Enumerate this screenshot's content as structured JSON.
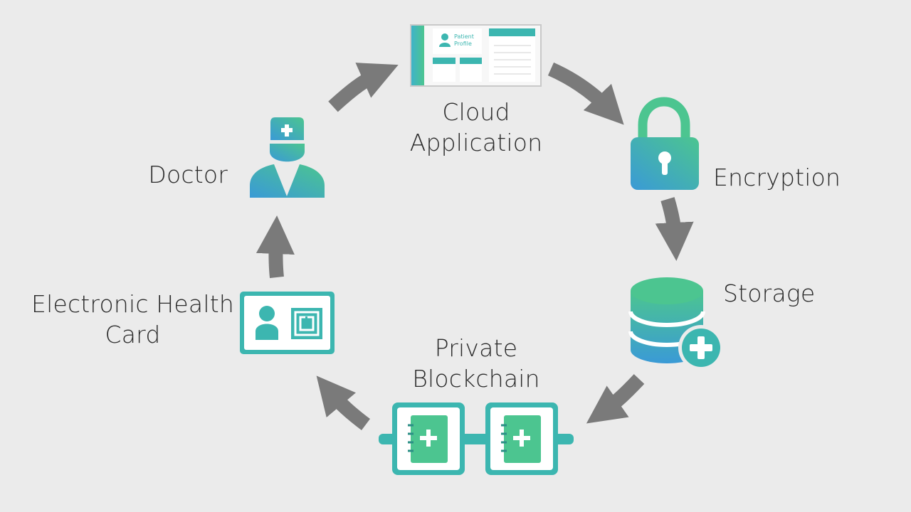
{
  "nodes": {
    "cloud_app": {
      "line1": "Cloud",
      "line2": "Application",
      "mini_title_1": "Patient",
      "mini_title_2": "Profile"
    },
    "encryption": {
      "label": "Encryption"
    },
    "storage": {
      "label": "Storage"
    },
    "blockchain": {
      "line1": "Private",
      "line2": "Blockchain"
    },
    "health_card": {
      "line1": "Electronic Health",
      "line2": "Card"
    },
    "doctor": {
      "label": "Doctor"
    }
  },
  "colors": {
    "background": "#ebebeb",
    "arrow": "#7a7a7a",
    "teal": "#3cb6b0",
    "green": "#4cc590",
    "blue": "#3a9ad6",
    "text": "#2a2a2a"
  }
}
